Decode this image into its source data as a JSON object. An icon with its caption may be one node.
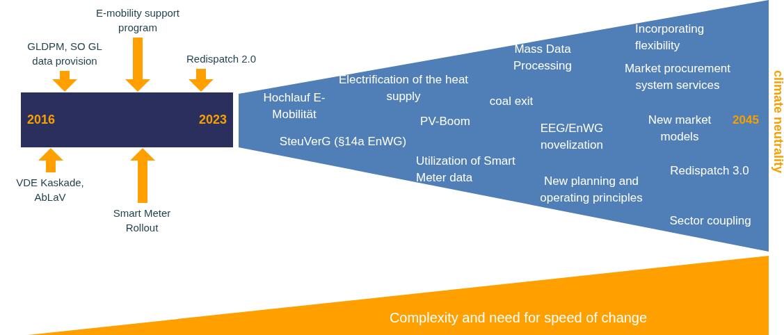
{
  "diagram": {
    "nodes": [
      {
        "text": [
          "2016",
          "2023"
        ]
      },
      {
        "text": [
          "GLDPM, SO GL data provision"
        ]
      },
      {
        "text": [
          "E-mobility support program"
        ]
      },
      {
        "text": [
          "Redispatch 2.0"
        ]
      },
      {
        "text": [
          "VDE Kaskade, AbLaV"
        ]
      },
      {
        "text": [
          "Smart Meter Rollout"
        ]
      },
      {
        "text": [
          "Hochlauf E-Mobilität",
          "Electrification of the heat supply",
          "PV-Boom",
          "SteuVerG (§14a EnWG)",
          "coal exit",
          "Mass Data Processing",
          "Utilization of Smart Meter data",
          "EEG/EnWG novelization",
          "New planning and operating principles",
          "Incorporating flexibility",
          "Market procurement system services",
          "New market models",
          "2045",
          "Redispatch 3.0",
          "Sector coupling"
        ]
      },
      {
        "text": [
          "Complexity and need for speed of change"
        ]
      }
    ],
    "edges": [
      {
        "from": 1,
        "to": 0,
        "arrow": "to"
      },
      {
        "from": 2,
        "to": 0,
        "arrow": "to"
      },
      {
        "from": 3,
        "to": 0,
        "arrow": "to"
      },
      {
        "from": 4,
        "to": 0,
        "arrow": "to"
      },
      {
        "from": 5,
        "to": 0,
        "arrow": "to"
      }
    ],
    "labels": [
      "climate neutrality"
    ]
  }
}
